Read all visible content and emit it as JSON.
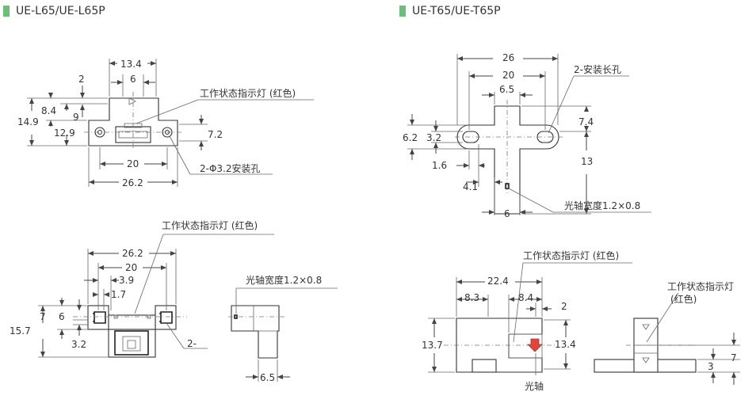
{
  "titles": {
    "left": "UE-L65/UE-L65P",
    "right": "UE-T65/UE-T65P"
  },
  "colors": {
    "title_marker": "#6abf7b",
    "arrow": "#e0453a"
  },
  "labels": {
    "indicator": "工作状态指示灯 (红色)",
    "indicator_line1": "工作状态指示灯",
    "indicator_line2": "(红色)",
    "hole_32": "2-Φ3.2安装孔",
    "slot": "2-安装长孔",
    "axis_width": "光轴宽度1.2×0.8",
    "axis": "光轴",
    "two_dash": "2-"
  },
  "dims": {
    "l_top": {
      "d13_4": "13.4",
      "d6": "6",
      "d2": "2",
      "d8_4": "8.4",
      "d14_9": "14.9",
      "d9": "9",
      "d12_9": "12.9",
      "d7_2": "7.2",
      "d20": "20",
      "d26_2": "26.2"
    },
    "l_bottom": {
      "d26_2": "26.2",
      "d20": "20",
      "d3_9": "3.9",
      "d1_7": "1.7",
      "d7": "7",
      "d6": "6",
      "d15_7": "15.7",
      "d3_2": "3.2",
      "d6_5": "6.5"
    },
    "t_top": {
      "d26": "26",
      "d20": "20",
      "d6_5": "6.5",
      "d6_2": "6.2",
      "d3_2": "3.2",
      "d7_4": "7.4",
      "d1_6": "1.6",
      "d13": "13",
      "d4_1": "4.1",
      "d6": "6"
    },
    "t_bottom": {
      "d22_4": "22.4",
      "d8_3": "8.3",
      "d8_4": "8.4",
      "d2": "2",
      "d13_7": "13.7",
      "d13_4": "13.4",
      "d7": "7",
      "d3": "3"
    }
  }
}
